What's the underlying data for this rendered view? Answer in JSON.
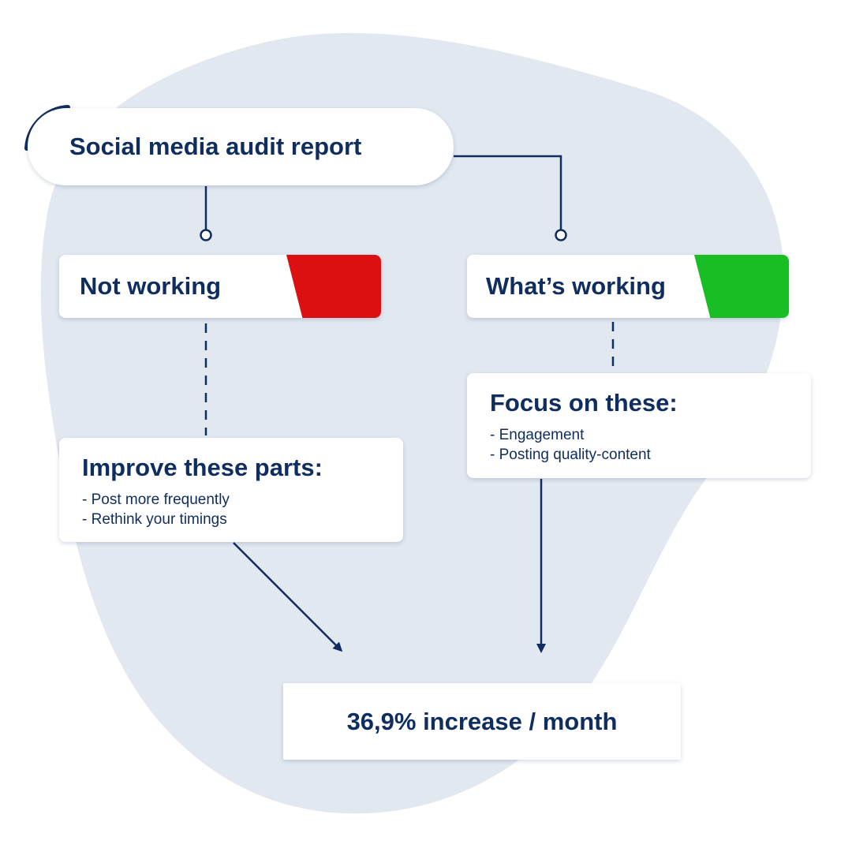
{
  "colors": {
    "primary": "#0f2d5e",
    "background_blob": "#e2e8f0",
    "not_working_flag": "#dc1010",
    "working_flag": "#18be24"
  },
  "root": {
    "title": "Social media audit report"
  },
  "not_working": {
    "label": "Not working",
    "detail_heading": "Improve these parts:",
    "items": [
      "- Post more frequently",
      "- Rethink your timings"
    ]
  },
  "whats_working": {
    "label": "What’s working",
    "detail_heading": "Focus on these:",
    "items": [
      "- Engagement",
      "- Posting quality-content"
    ]
  },
  "result": {
    "text": "36,9% increase / month"
  }
}
